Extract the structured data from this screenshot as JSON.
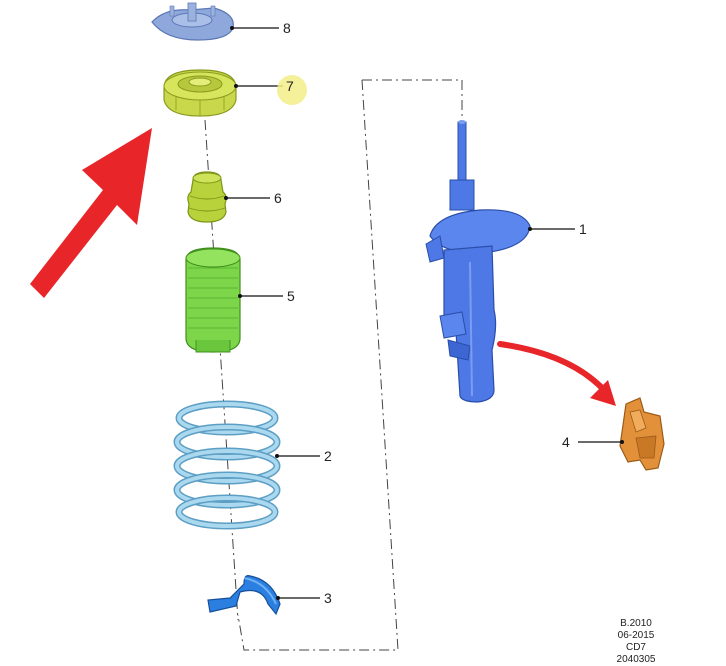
{
  "callouts": {
    "p1": "1",
    "p2": "2",
    "p3": "3",
    "p4": "4",
    "p5": "5",
    "p6": "6",
    "p7": "7",
    "p8": "8"
  },
  "footer": {
    "line1": "B.2010",
    "line2": "06-2015",
    "line3": "CD7",
    "line4": "2040305"
  },
  "colors": {
    "highlight_arrow": "#e8262a",
    "top_mount": "#8ea8dc",
    "bearing": "#c9d84a",
    "bump_stop": "#b7d23a",
    "dust_boot": "#7dd64a",
    "spring": "#9ccfe8",
    "spring_seat": "#2a7fe0",
    "strut": "#4d78e6",
    "bracket": "#e2913a",
    "callout_highlight": "#f3ef8a"
  }
}
